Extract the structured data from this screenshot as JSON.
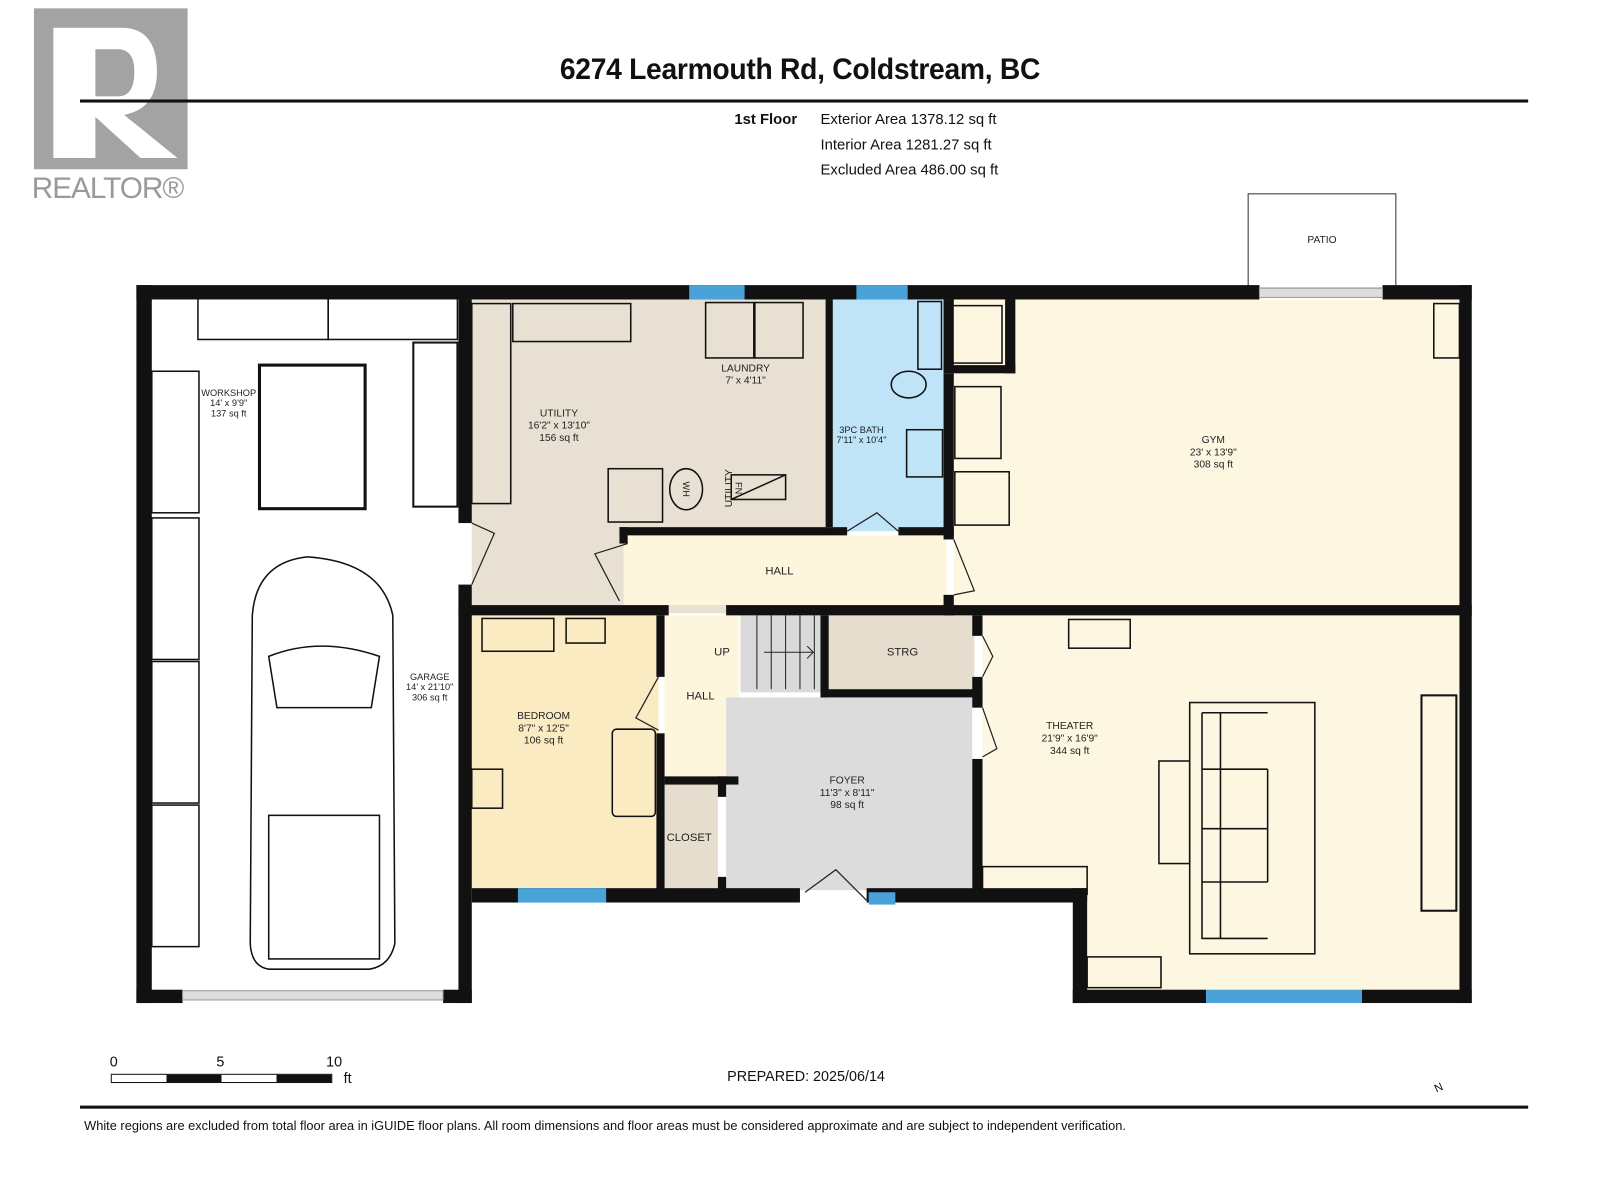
{
  "logo": {
    "text": "REALTOR®"
  },
  "header": {
    "title": "6274 Learmouth Rd, Coldstream, BC",
    "floor": "1st Floor",
    "exterior_area": "Exterior Area 1378.12 sq ft",
    "interior_area": "Interior Area 1281.27 sq ft",
    "excluded_area": "Excluded Area 486.00 sq ft"
  },
  "rooms": {
    "patio": {
      "name": "PATIO"
    },
    "workshop": {
      "name": "WORKSHOP",
      "dims": "14' x 9'9\"",
      "area": "137 sq ft"
    },
    "garage": {
      "name": "GARAGE",
      "dims": "14' x 21'10\"",
      "area": "306 sq ft"
    },
    "utility": {
      "name": "UTILITY",
      "dims": "16'2\" x 13'10\"",
      "area": "156 sq ft",
      "tag": "UTILITY"
    },
    "laundry": {
      "name": "LAUNDRY",
      "dims": "7' x 4'11\""
    },
    "bath": {
      "name": "3PC BATH",
      "dims": "7'11\" x 10'4\""
    },
    "gym": {
      "name": "GYM",
      "dims": "23' x 13'9\"",
      "area": "308 sq ft"
    },
    "hall_upper": {
      "name": "HALL"
    },
    "hall_lower": {
      "name": "HALL"
    },
    "stairs": {
      "name": "UP"
    },
    "storage": {
      "name": "STRG"
    },
    "bedroom": {
      "name": "BEDROOM",
      "dims": "8'7\" x 12'5\"",
      "area": "106 sq ft"
    },
    "foyer": {
      "name": "FOYER",
      "dims": "11'3\" x 8'11\"",
      "area": "98 sq ft"
    },
    "closet": {
      "name": "CLOSET"
    },
    "theater": {
      "name": "THEATER",
      "dims": "21'9\" x 16'9\"",
      "area": "344 sq ft"
    }
  },
  "fixtures": {
    "water_heater": "WH",
    "furnace": "FN"
  },
  "scale_bar": {
    "ticks": [
      "0",
      "5",
      "10"
    ],
    "unit": "ft"
  },
  "prepared": "PREPARED: 2025/06/14",
  "compass": {
    "label": "N"
  },
  "footer": "White regions are excluded from total floor area in iGUIDE floor plans. All room dimensions and floor areas must be considered approximate and are subject to independent verification.",
  "colors": {
    "wall": "#111111",
    "window": "#4aa3d8",
    "utility": "#e8e0d3",
    "bath": "#bfe4f8",
    "gym": "#fdf6e1",
    "bedroom": "#fbebc2",
    "foyer": "#dcdcdc",
    "storage": "#e6ddcf"
  }
}
